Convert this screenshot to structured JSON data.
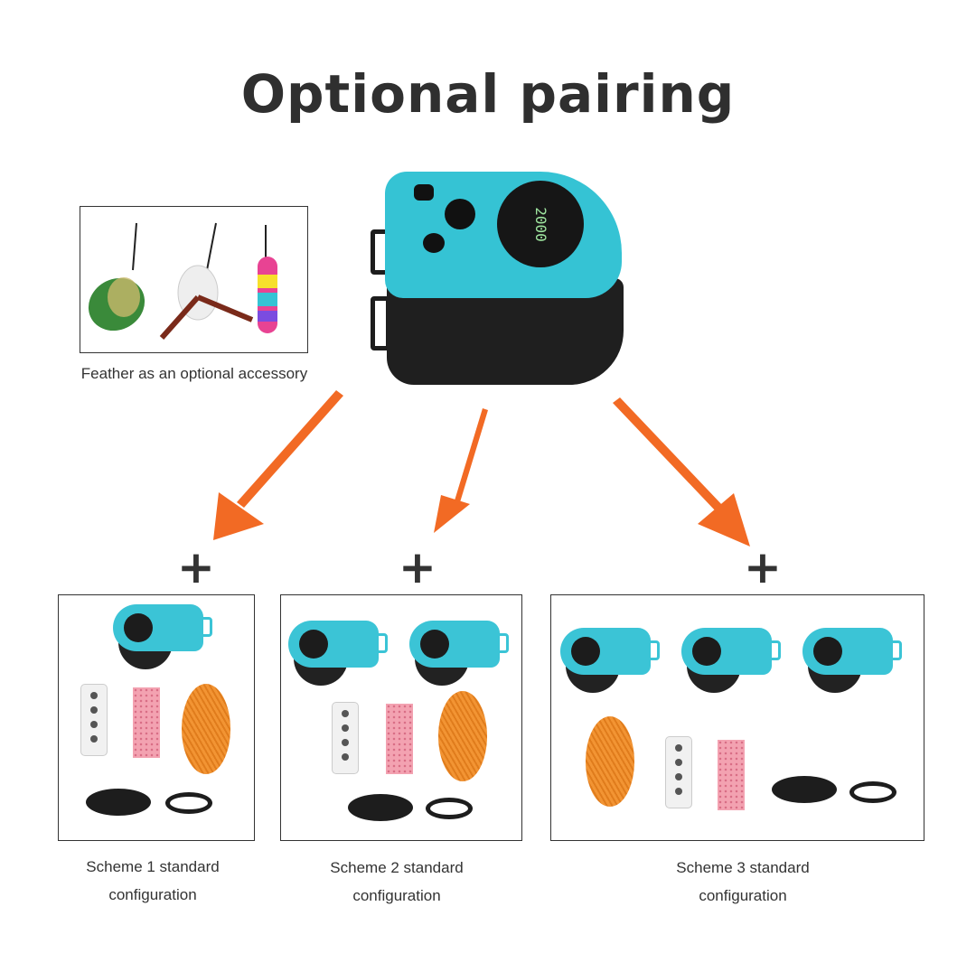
{
  "title": "Optional pairing",
  "feather": {
    "caption": "Feather as an optional accessory"
  },
  "plus_sign": "+",
  "schemes": [
    {
      "line1": "Scheme 1 standard",
      "line2": "configuration"
    },
    {
      "line1": "Scheme 2 standard",
      "line2": "configuration"
    },
    {
      "line1": "Scheme 3 standard",
      "line2": "configuration"
    }
  ],
  "device_display": "2000",
  "colors": {
    "accent_arrow": "#f26a24",
    "device_teal": "#35c3d4",
    "text": "#333333"
  }
}
